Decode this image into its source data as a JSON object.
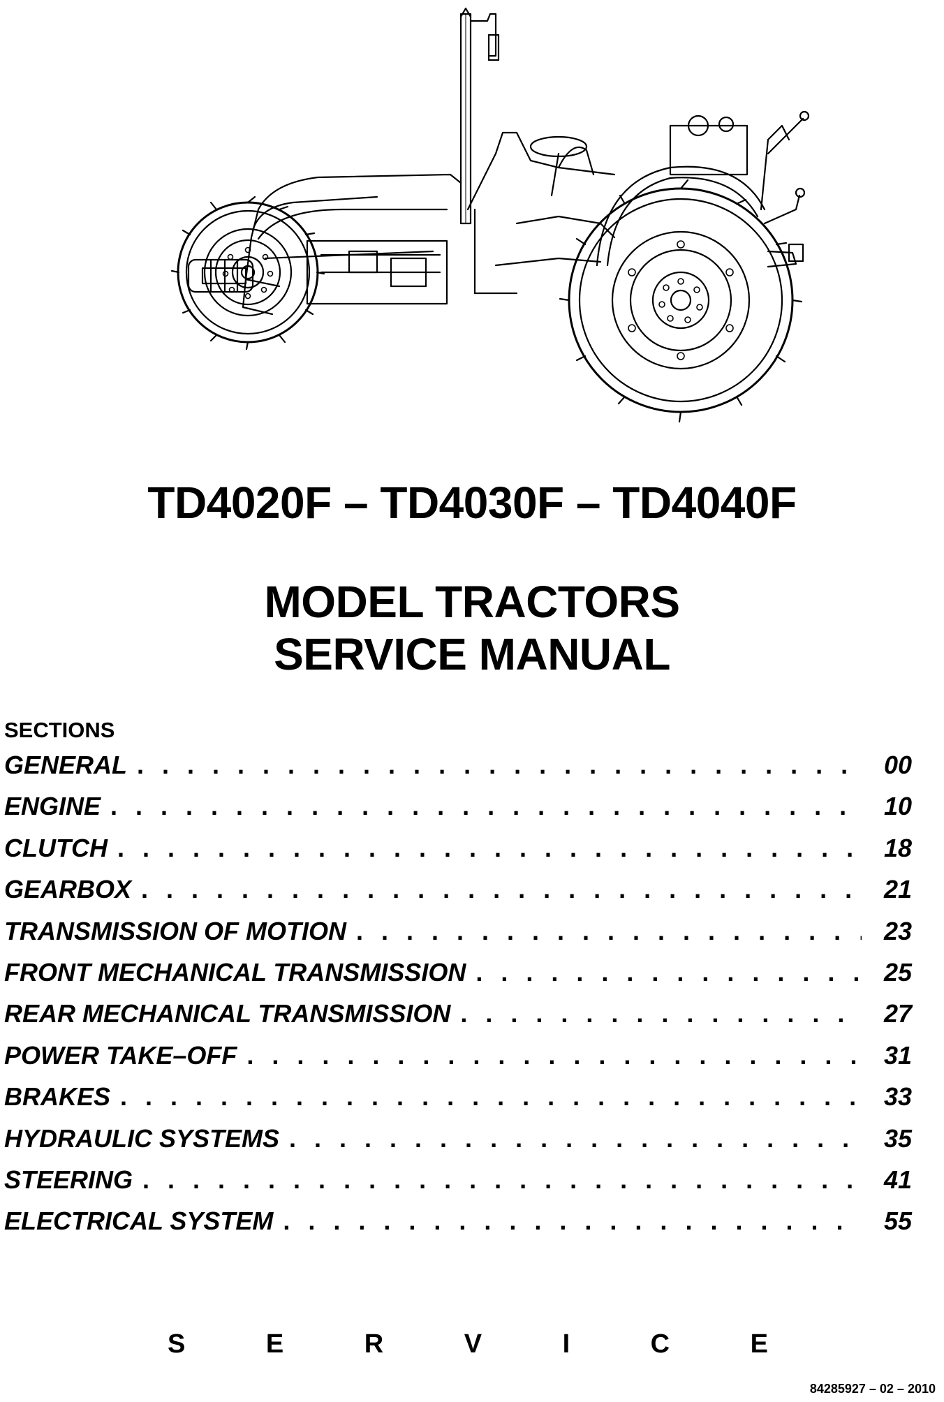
{
  "illustration": {
    "subject": "tractor-line-drawing"
  },
  "header": {
    "models": "TD4020F – TD4030F – TD4040F",
    "title_line1": "MODEL TRACTORS",
    "title_line2": "SERVICE MANUAL"
  },
  "sections": {
    "label": "SECTIONS",
    "items": [
      {
        "name": "GENERAL",
        "page": "00"
      },
      {
        "name": "ENGINE",
        "page": "10"
      },
      {
        "name": "CLUTCH",
        "page": "18"
      },
      {
        "name": "GEARBOX",
        "page": "21"
      },
      {
        "name": "TRANSMISSION OF MOTION",
        "page": "23"
      },
      {
        "name": "FRONT MECHANICAL TRANSMISSION",
        "page": "25"
      },
      {
        "name": "REAR MECHANICAL TRANSMISSION",
        "page": "27"
      },
      {
        "name": "POWER TAKE–OFF",
        "page": "31"
      },
      {
        "name": "BRAKES",
        "page": "33"
      },
      {
        "name": "HYDRAULIC SYSTEMS",
        "page": "35"
      },
      {
        "name": "STEERING",
        "page": "41"
      },
      {
        "name": "ELECTRICAL SYSTEM",
        "page": "55"
      }
    ]
  },
  "footer": {
    "service_letters": [
      "S",
      "E",
      "R",
      "V",
      "I",
      "C",
      "E"
    ],
    "document_number": "84285927 – 02 – 2010"
  }
}
